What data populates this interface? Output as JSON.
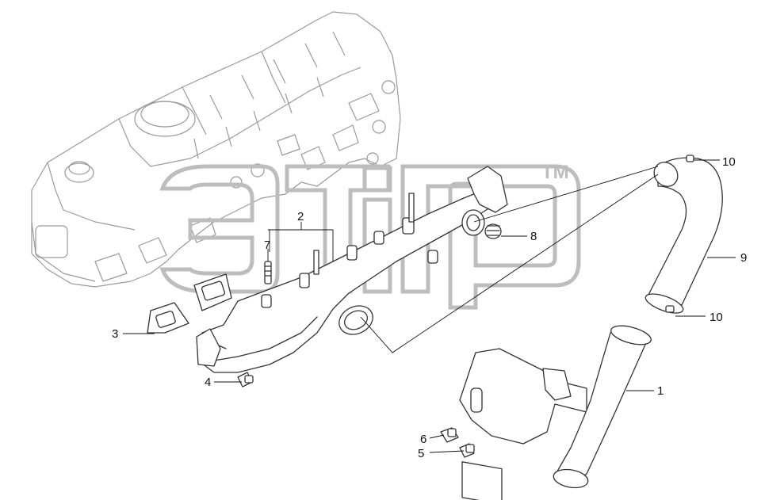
{
  "diagram": {
    "callouts": [
      "1",
      "2",
      "3",
      "4",
      "5",
      "6",
      "7",
      "8",
      "9",
      "10",
      "10"
    ],
    "watermark": {
      "tm": "TM"
    }
  }
}
